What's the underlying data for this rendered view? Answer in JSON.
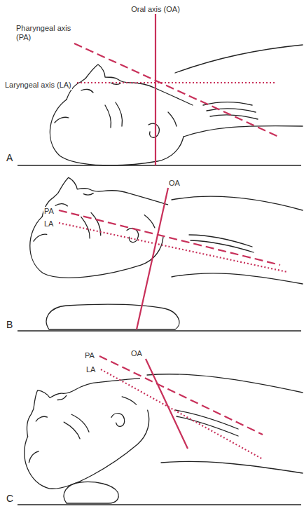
{
  "diagram": {
    "labels": [
      "Oral axis (OA)",
      "Pharyngeal axis (PA)",
      "Laryngeal axis (LA)",
      "A",
      "OA",
      "PA",
      "LA",
      "B",
      "PA",
      "OA",
      "LA",
      "C"
    ]
  }
}
